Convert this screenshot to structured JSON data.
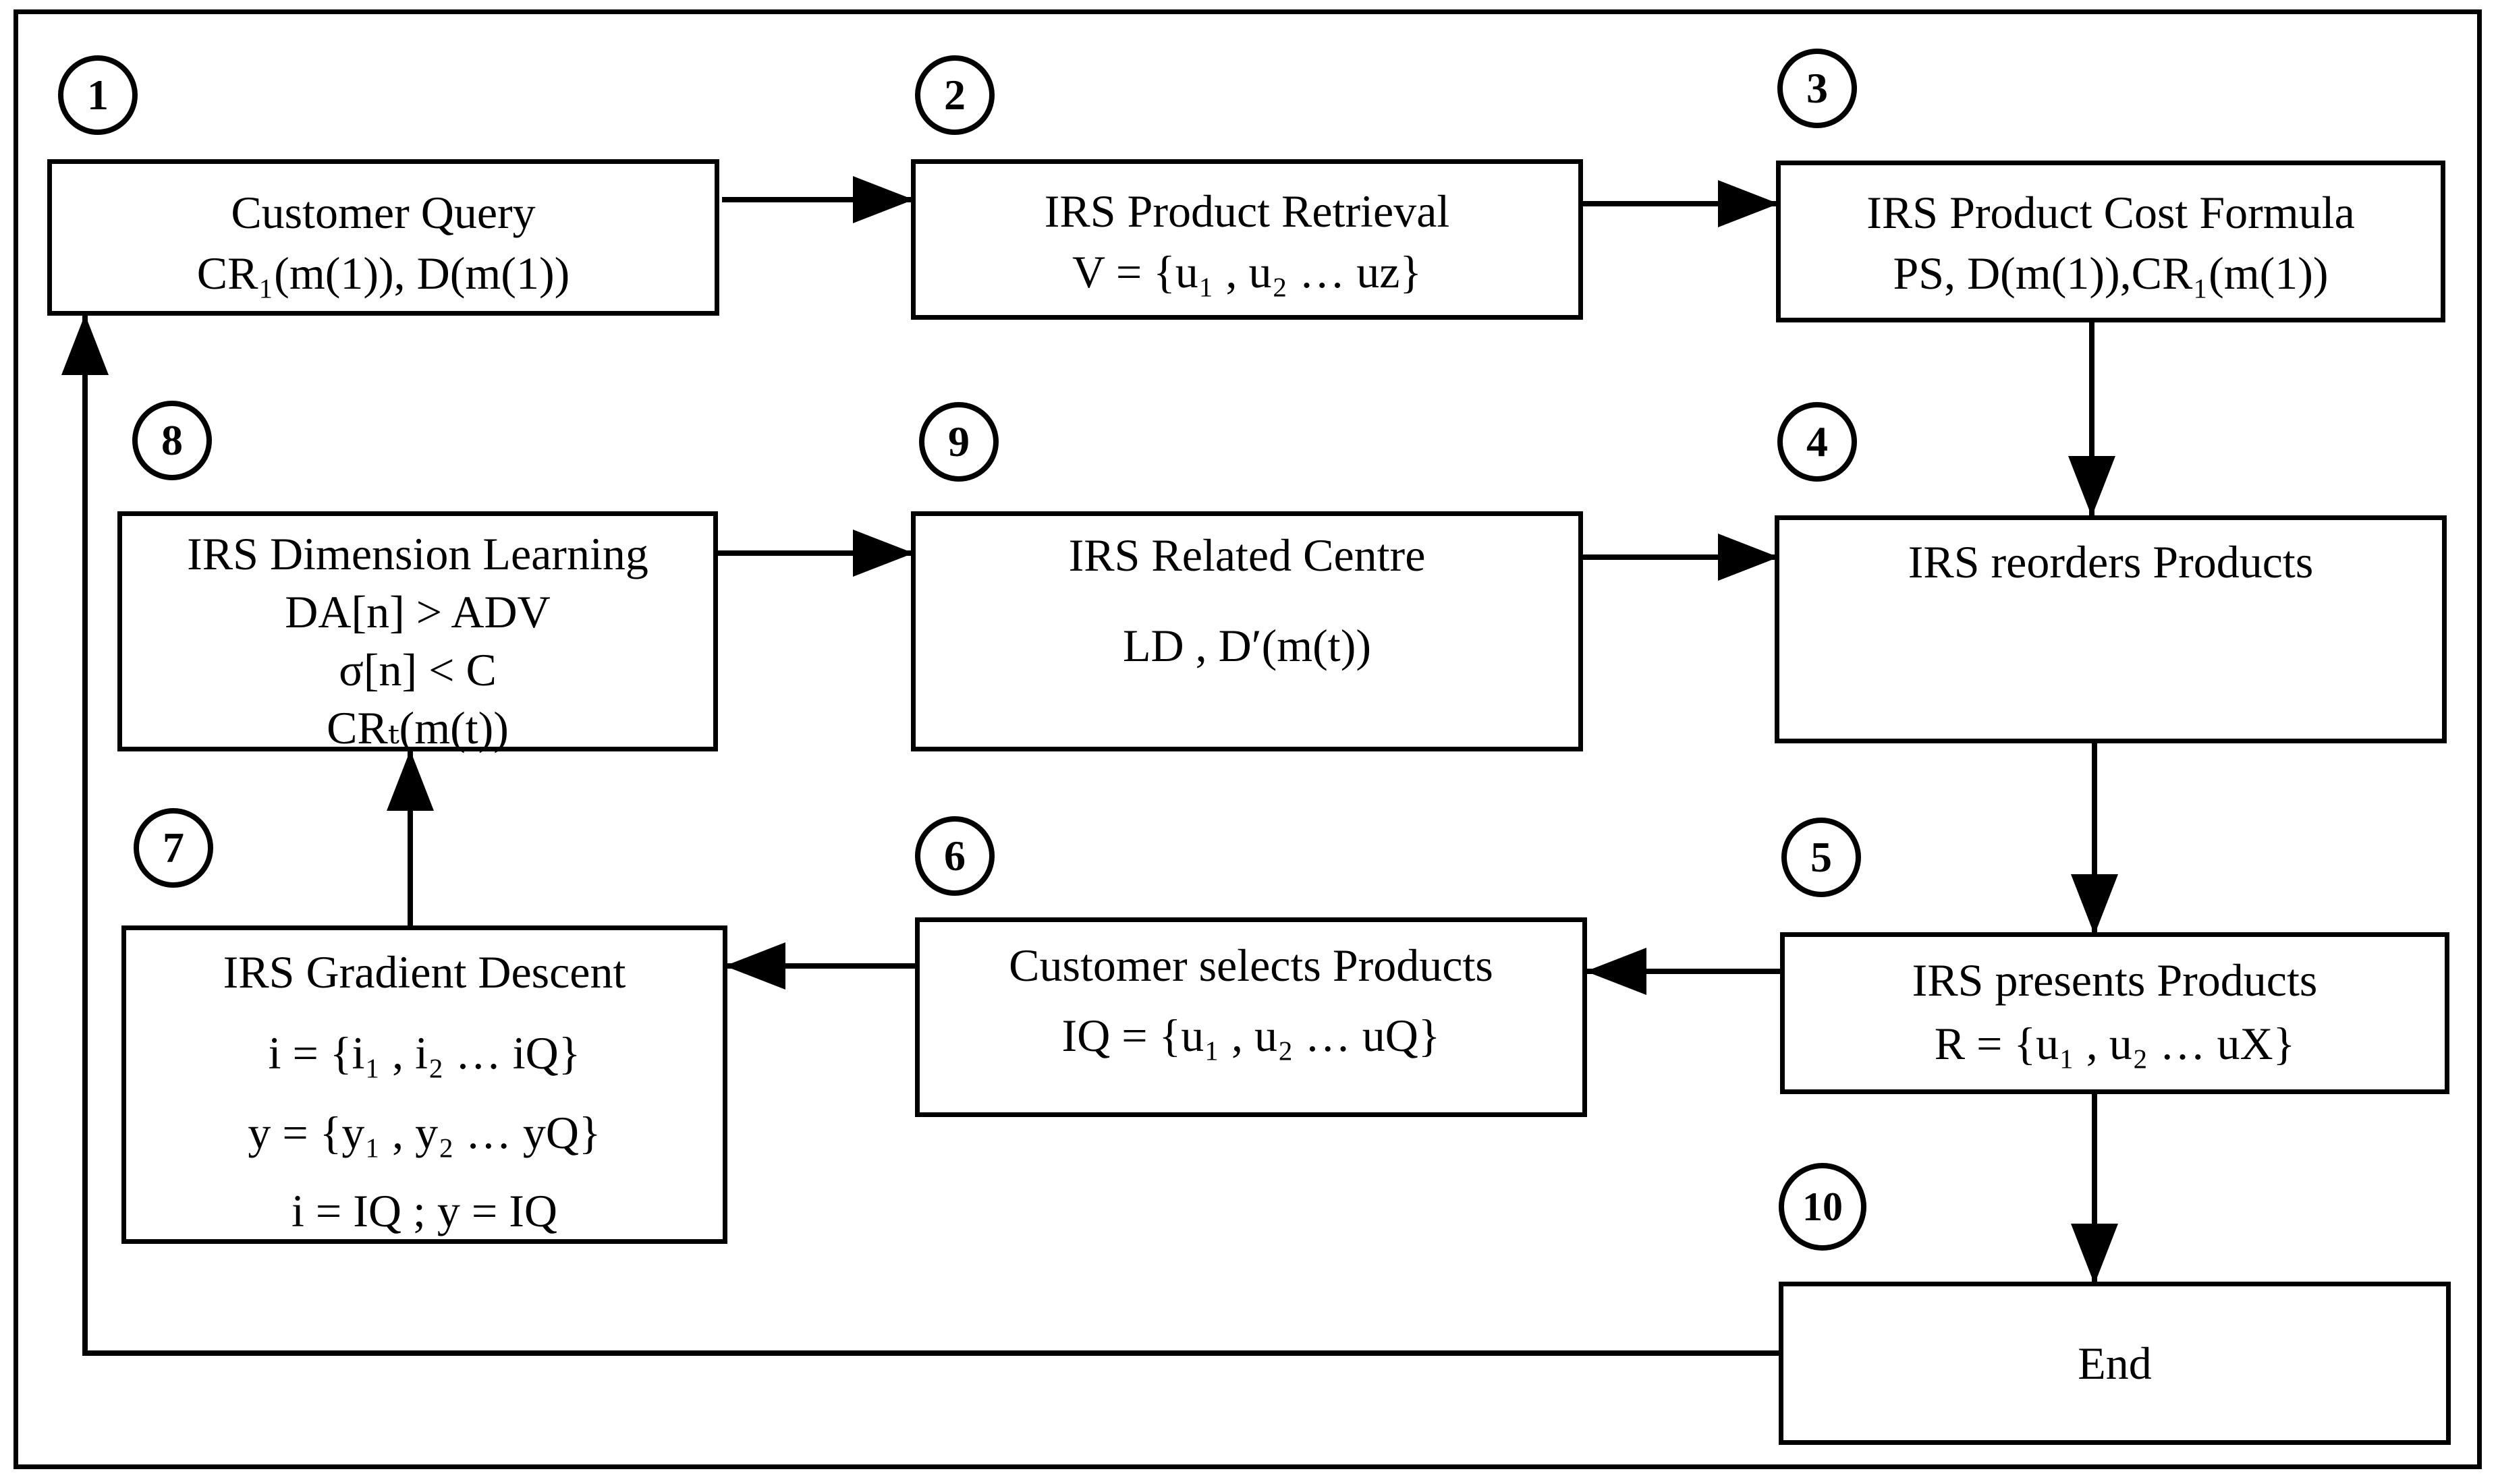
{
  "steps": {
    "s1": "1",
    "s2": "2",
    "s3": "3",
    "s4": "4",
    "s5": "5",
    "s6": "6",
    "s7": "7",
    "s8": "8",
    "s9": "9",
    "s10": "10"
  },
  "boxes": {
    "customer_query": {
      "title": "Customer Query",
      "line1": "CR₁(m(1)), D(m(1))"
    },
    "product_retrieval": {
      "title": "IRS Product Retrieval",
      "line1": "V = {u₁ , u₂ … uᴢ}"
    },
    "cost_formula": {
      "title": "IRS Product Cost Formula",
      "line1": "PS, D(m(1)),CR₁(m(1))"
    },
    "dimension_learning": {
      "title": "IRS Dimension Learning",
      "line1": "DA[n] > ADV",
      "line2": "σ[n] < C",
      "line3": "CRₜ(m(t))"
    },
    "related_centre": {
      "title": "IRS Related Centre",
      "line1": "LD , D′(m(t))"
    },
    "reorders": {
      "title": "IRS reorders Products"
    },
    "gradient_descent": {
      "title": "IRS Gradient Descent",
      "line1": "i = {i₁ , i₂ … iQ}",
      "line2": "y = {y₁ , y₂ … yQ}",
      "line3": "i = IQ ; y = IQ"
    },
    "customer_selects": {
      "title": "Customer selects Products",
      "line1": "IQ = {u₁ , u₂ … uQ}"
    },
    "presents": {
      "title": "IRS presents Products",
      "line1": "R = {u₁ , u₂ … uX}"
    },
    "end": {
      "title": "End"
    }
  }
}
